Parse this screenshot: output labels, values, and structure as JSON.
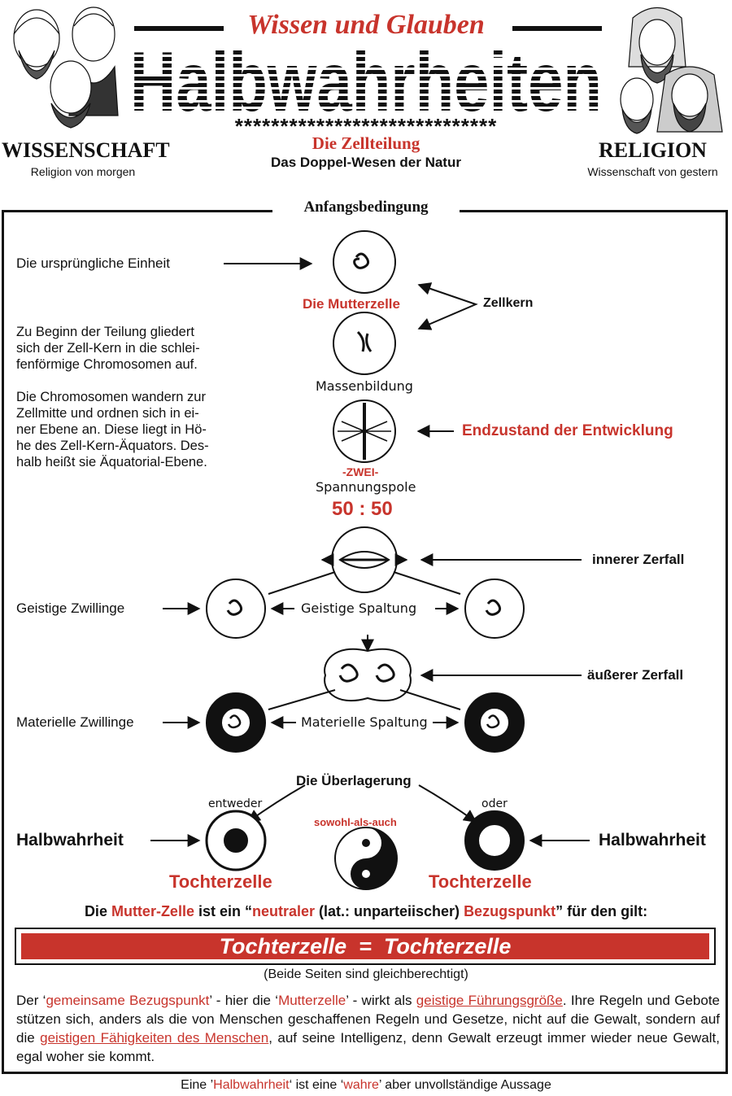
{
  "header": {
    "top_title": "Wissen und Glauben",
    "main_title": "Halbwahrheiten",
    "stars": "*****************************",
    "subtitle": "Die Zellteilung",
    "subtitle2": "Das Doppel-Wesen der Natur",
    "left_label": "WISSENSCHAFT",
    "left_sub": "Religion von morgen",
    "right_label": "RELIGION",
    "right_sub": "Wissenschaft von gestern"
  },
  "frame_label": "Anfangsbedingung",
  "labels": {
    "original_unit": "Die ursprüngliche Einheit",
    "mother_cell": "Die Mutterzelle",
    "nucleus": "Zellkern",
    "mass_formation": "Massenbildung",
    "end_state": "Endzustand der Entwicklung",
    "two": "-ZWEI-",
    "poles": "Spannungspole",
    "ratio": "50 : 50",
    "inner_decay": "innerer Zerfall",
    "spiritual_twins": "Geistige Zwillinge",
    "spiritual_split": "Geistige Spaltung",
    "outer_decay": "äußerer Zerfall",
    "material_twins": "Materielle Zwillinge",
    "material_split": "Materielle Spaltung",
    "overlay": "Die Überlagerung",
    "either": "entweder",
    "or": "oder",
    "both": "sowohl-als-auch",
    "half_truth_left": "Halbwahrheit",
    "half_truth_right": "Halbwahrheit",
    "daughter_left": "Tochterzelle",
    "daughter_right": "Tochterzelle"
  },
  "paragraphs": {
    "p1": [
      "Zu Beginn der Teilung gliedert",
      "sich der Zell-Kern in die schlei-",
      "fenförmige Chromosomen auf."
    ],
    "p2": [
      "Die Chromosomen wandern zur",
      "Zellmitte und ordnen sich in ei-",
      "ner Ebene an. Diese liegt in Hö-",
      "he des Zell-Kern-Äquators. Des-",
      "halb heißt sie Äquatorial-Ebene."
    ]
  },
  "statement": {
    "s1": "Die ",
    "s2": "Mutter-Zelle",
    "s3": " ist ein “",
    "s4": "neutraler",
    "s5": " (lat.: unparteiischer) ",
    "s6": "Bezugspunkt",
    "s7": "” für den gilt:"
  },
  "banner": "Tochterzelle  =  Tochterzelle",
  "equal_note": "(Beide Seiten sind gleichberechtigt)",
  "text_block": {
    "t1": "Der ‘",
    "t2": "gemeinsame Bezugspunkt",
    "t3": "’ - hier die ‘",
    "t4": "Mutterzelle",
    "t5": "’ - wirkt als ",
    "t6": "geistige Führungsgröße",
    "t7": ". Ihre Regeln und Gebote stützen sich, anders als die von Menschen geschaffenen Regeln und Gesetze, nicht auf die Gewalt, sondern auf die ",
    "t8": "geistigen Fähigkeiten des Menschen",
    "t9": ", auf seine Intelligenz, denn Gewalt erzeugt immer wieder neue Gewalt, egal woher sie kommt."
  },
  "footer": {
    "f1": "Eine ’",
    "f2": "Halbwahrheit",
    "f3": "‘ ist eine ‘",
    "f4": "wahre",
    "f5": "’ aber unvollständige Aussage"
  },
  "colors": {
    "accent": "#c8342c",
    "ink": "#111111"
  }
}
